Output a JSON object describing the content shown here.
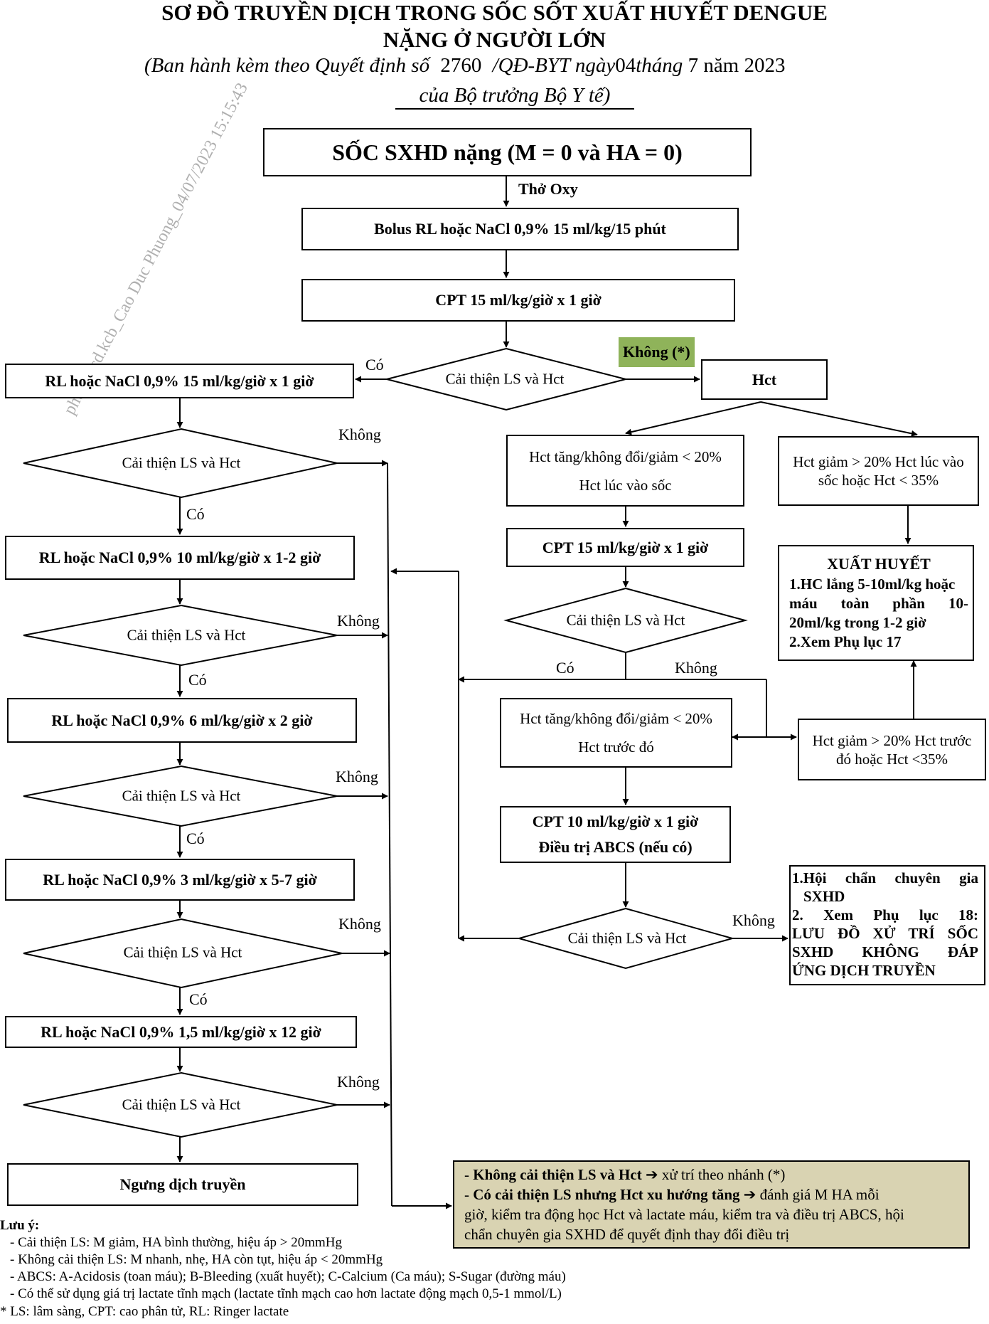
{
  "header": {
    "title_line1": "SƠ ĐỒ TRUYỀN DỊCH TRONG SỐC SỐT XUẤT HUYẾT DENGUE",
    "title_line2": "NẶNG Ở NGƯỜI LỚN",
    "decree_prefix": "(Ban hành kèm theo Quyết định số",
    "decree_number": "2760",
    "decree_middle": "/QĐ-BYT ngày",
    "decree_day": "04",
    "decree_month_label": "tháng",
    "decree_month": "7",
    "decree_year": "năm 2023",
    "decree_line2": "của Bộ trưởng Bộ Y tế)"
  },
  "watermark": "phuongcd.kcb_Cao Duc Phuong_04/07/2023 15:15:43",
  "nodes": {
    "start": "SỐC SXHD nặng (M = 0 và HA = 0)",
    "oxygen": "Thở Oxy",
    "bolus": "Bolus RL hoặc NaCl 0,9% 15 ml/kg/15 phút",
    "cpt_first": "CPT 15 ml/kg/giờ x 1 giờ",
    "diamond_label": "Cải thiện LS và Hct",
    "hct": "Hct",
    "khong_star": "Không (*)",
    "left_steps": [
      "RL hoặc NaCl 0,9% 15 ml/kg/giờ x 1 giờ",
      "RL hoặc NaCl 0,9% 10 ml/kg/giờ x 1-2 giờ",
      "RL hoặc NaCl 0,9% 6 ml/kg/giờ x 2 giờ",
      "RL hoặc NaCl 0,9% 3 ml/kg/giờ x 5-7 giờ",
      "RL hoặc NaCl 0,9% 1,5 ml/kg/giờ x 12 giờ"
    ],
    "stop": "Ngưng dịch truyền",
    "hct_stable_admission": [
      "Hct tăng/không đổi/giảm < 20%",
      "Hct lúc vào sốc"
    ],
    "hct_drop_admission": [
      "Hct giảm > 20% Hct lúc vào",
      "sốc hoặc Hct < 35%"
    ],
    "cpt_15": "CPT 15 ml/kg/giờ x 1 giờ",
    "hct_stable_previous": [
      "Hct tăng/không đổi/giảm < 20%",
      "Hct trước đó"
    ],
    "hct_drop_previous": [
      "Hct giảm > 20% Hct trước",
      "đó hoặc Hct <35%"
    ],
    "cpt_10": [
      "CPT 10 ml/kg/giờ x 1 giờ",
      "Điều trị ABCS (nếu có)"
    ],
    "bleeding_title": "XUẤT HUYẾT",
    "bleeding_lines": [
      "1.HC lắng 5-10ml/kg hoặc",
      "máu toàn phần 10-",
      "20ml/kg trong 1-2 giờ",
      "2.Xem Phụ lục 17"
    ],
    "consult_lines": [
      "1.Hội chẩn chuyên gia",
      "SXHD",
      "2. Xem Phụ lục 18:",
      "LƯU ĐỒ XỬ TRÍ SỐC",
      "SXHD KHÔNG ĐÁP",
      "ỨNG DỊCH TRUYỀN"
    ]
  },
  "labels": {
    "yes": "Có",
    "no": "Không"
  },
  "summary": {
    "item1_bold": "Không cải thiện LS và Hct",
    "item1_rest": "xử trí theo nhánh (*)",
    "item2_bold": "Có cải thiện LS nhưng Hct xu hướng tăng",
    "item2_rest1": "đánh giá M HA mỗi",
    "item2_rest2": "giờ, kiểm tra động học Hct và lactate máu, kiểm tra và điều trị ABCS, hội",
    "item2_rest3": "chẩn chuyên gia SXHD để quyết định thay đổi điều trị"
  },
  "notes": {
    "title": "Lưu ý:",
    "items": [
      "-  Cải thiện LS: M giảm, HA bình thường, hiệu áp > 20mmHg",
      "-  Không cải thiện LS: M nhanh, nhẹ, HA còn tụt, hiệu áp < 20mmHg",
      "-  ABCS: A-Acidosis (toan máu); B-Bleeding (xuất huyết); C-Calcium (Ca máu); S-Sugar (đường máu)",
      "-  Có thể sử dụng giá trị lactate tĩnh mạch (lactate tĩnh mạch cao hơn lactate động mạch 0,5-1 mmol/L)"
    ],
    "abbrev": "*  LS: lâm sàng, CPT: cao phân tử, RL: Ringer lactate"
  },
  "colors": {
    "khong_star_bg": "#8fb35a",
    "summary_bg": "#d9d3b2",
    "watermark": "#b0b0b0"
  }
}
